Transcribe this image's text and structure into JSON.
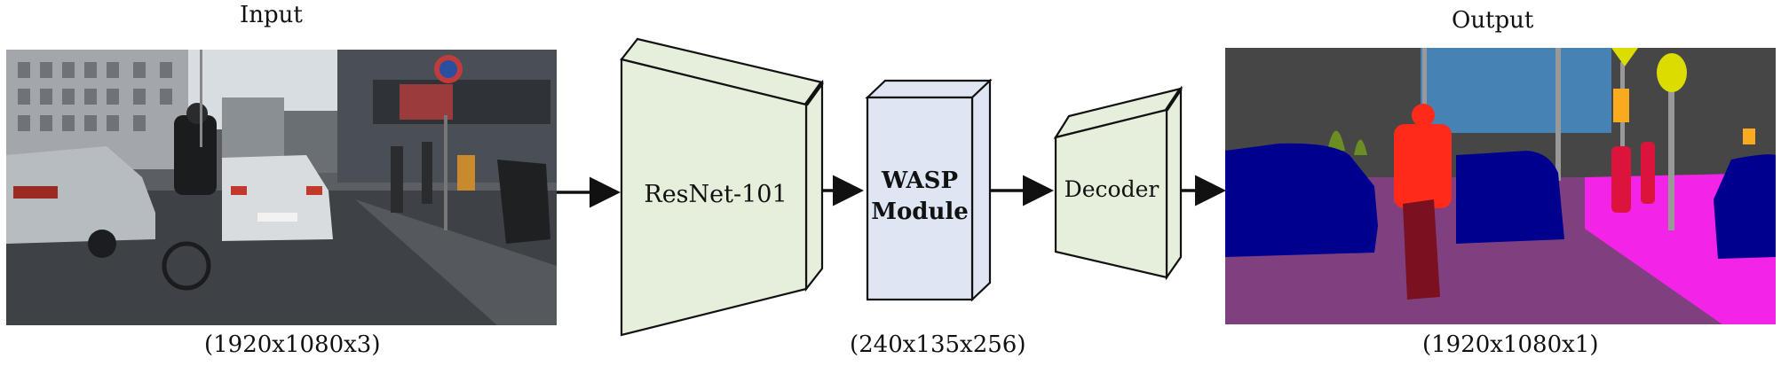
{
  "input": {
    "title": "Input",
    "dims": "(1920x1080x3)"
  },
  "output": {
    "title": "Output",
    "dims": "(1920x1080x1)"
  },
  "blocks": {
    "resnet": {
      "label": "ResNet-101",
      "color": "#e6efdb"
    },
    "wasp": {
      "line1": "WASP",
      "line2": "Module",
      "color": "#dde6f2",
      "dims": "(240x135x256)"
    },
    "decoder": {
      "label": "Decoder",
      "color": "#e6efdb"
    }
  },
  "segmentation_colors": {
    "building": "#464646",
    "sky": "#4682b4",
    "road": "#804080",
    "sidewalk": "#f423e8",
    "car": "#00008e",
    "person": "#dc143c",
    "rider": "#ff0000",
    "vegetation": "#6b8e23",
    "traffic_sign": "#dcdc00",
    "traffic_light": "#faaa1e",
    "pole": "#999999"
  }
}
